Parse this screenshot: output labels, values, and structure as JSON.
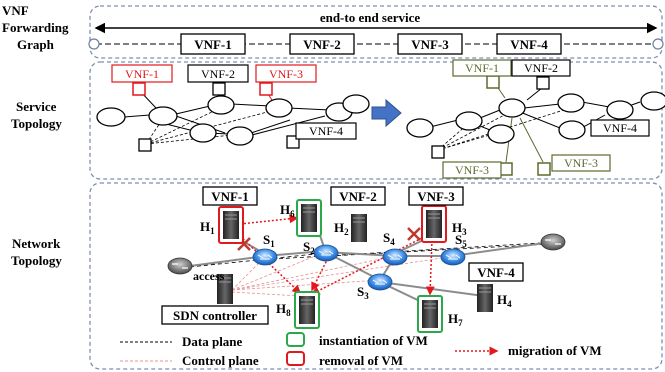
{
  "rows": {
    "forwarding": "VNF Forwarding Graph",
    "forwarding_lines": [
      "VNF",
      "Forwarding",
      "Graph"
    ],
    "service_lines": [
      "Service",
      "Topology"
    ],
    "network_lines": [
      "Network",
      "Topology"
    ]
  },
  "forwarding_graph": {
    "banner": "end-to end service",
    "vnfs": [
      "VNF-1",
      "VNF-2",
      "VNF-3",
      "VNF-4"
    ]
  },
  "service_topology": {
    "left_labels": [
      "VNF-1",
      "VNF-2",
      "VNF-3",
      "VNF-4"
    ],
    "right_labels": [
      "VNF-1",
      "VNF-2",
      "VNF-4",
      "VNF-3",
      "VNF-3"
    ]
  },
  "network_topology": {
    "vnf_labels": [
      "VNF-1",
      "VNF-2",
      "VNF-3",
      "VNF-4"
    ],
    "hosts": [
      {
        "base": "H",
        "sub": "1"
      },
      {
        "base": "H",
        "sub": "6"
      },
      {
        "base": "H",
        "sub": "2"
      },
      {
        "base": "H",
        "sub": "3"
      },
      {
        "base": "H",
        "sub": "8"
      },
      {
        "base": "H",
        "sub": "7"
      },
      {
        "base": "H",
        "sub": "4"
      }
    ],
    "switches": [
      {
        "base": "S",
        "sub": "1"
      },
      {
        "base": "S",
        "sub": "2"
      },
      {
        "base": "S",
        "sub": "3"
      },
      {
        "base": "S",
        "sub": "4"
      },
      {
        "base": "S",
        "sub": "5"
      }
    ],
    "access_label": "access",
    "controller_label": "SDN controller"
  },
  "legend": {
    "data_plane": "Data plane",
    "control_plane": "Control plane",
    "instantiation": "instantiation of VM",
    "removal": "removal of VM",
    "migration": "migration of VM"
  },
  "colors": {
    "red": "#e0191f",
    "olive": "#5b6b2f",
    "green": "#2aa84a",
    "blue": "#4472c4",
    "panel_border": "#7f8fb0"
  }
}
